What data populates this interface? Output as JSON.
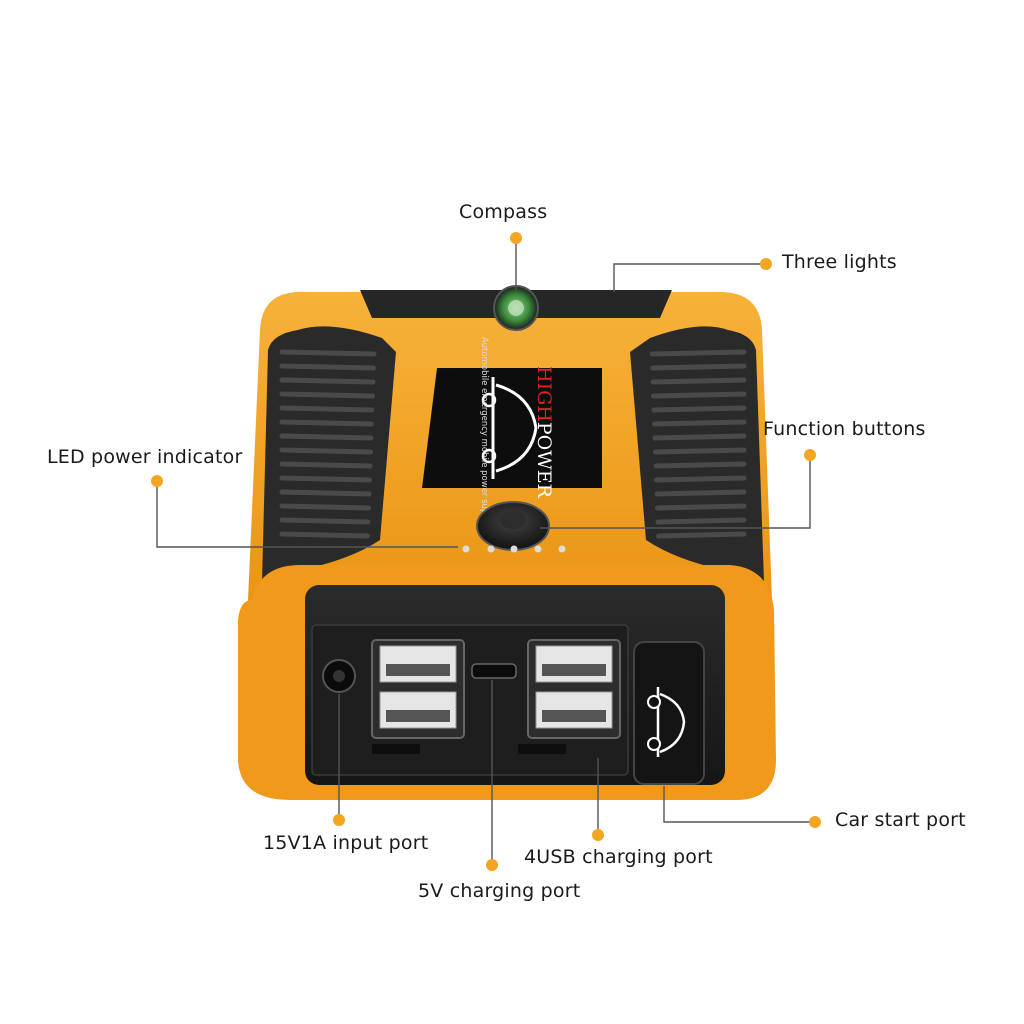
{
  "product": {
    "brand_high": "HIGH",
    "brand_power": "POWER",
    "tagline_1": "Automobile emergency mobile power supply",
    "tagline_2": "mobile power supply"
  },
  "callouts": {
    "compass": "Compass",
    "three_lights": "Three lights",
    "function_buttons": "Function buttons",
    "led_power_indicator": "LED power indicator",
    "input_port": "15V1A input port",
    "charging_port_5v": "5V charging port",
    "usb_charging_port": "4USB charging port",
    "car_start_port": "Car start port"
  },
  "colors": {
    "accent_orange": "#f4a623",
    "body_orange": "#f5a31a",
    "body_dark": "#2a2a2a",
    "leader_line": "#555555",
    "screen_red": "#d8261b"
  }
}
